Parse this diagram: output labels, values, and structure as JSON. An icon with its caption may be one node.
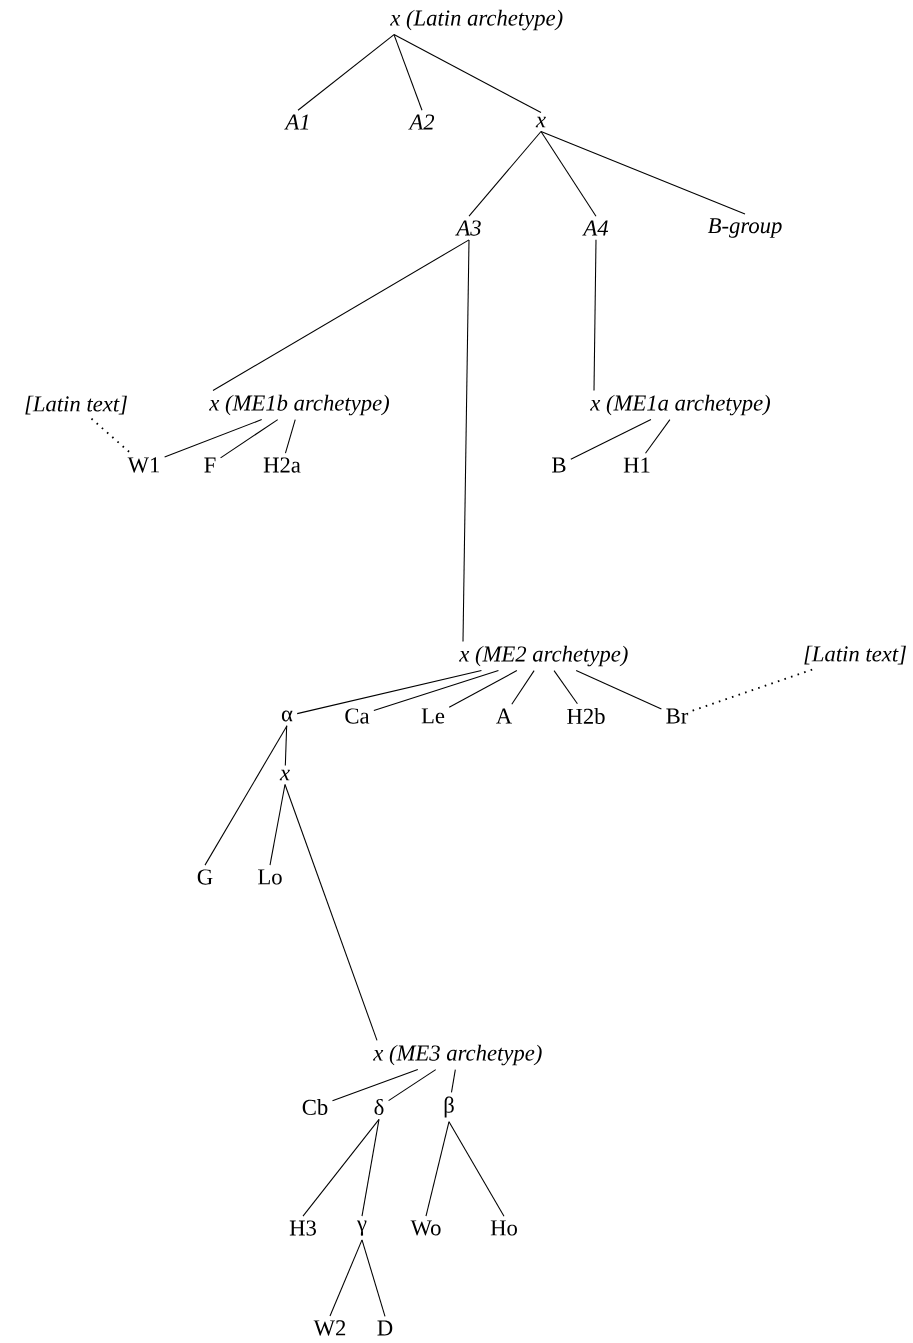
{
  "diagram": {
    "nodes": [
      {
        "text": [
          "x (Latin archetype)"
        ]
      },
      {
        "text": [
          "A1"
        ]
      },
      {
        "text": [
          "A2"
        ]
      },
      {
        "text": [
          "x"
        ]
      },
      {
        "text": [
          "A3"
        ]
      },
      {
        "text": [
          "A4"
        ]
      },
      {
        "text": [
          "B-group"
        ]
      },
      {
        "text": [
          "[Latin text]"
        ]
      },
      {
        "text": [
          "x (ME1b archetype)"
        ]
      },
      {
        "text": [
          "W1"
        ]
      },
      {
        "text": [
          "F"
        ]
      },
      {
        "text": [
          "H2a"
        ]
      },
      {
        "text": [
          "x (ME1a archetype)"
        ]
      },
      {
        "text": [
          "B"
        ]
      },
      {
        "text": [
          "H1"
        ]
      },
      {
        "text": [
          "x (ME2 archetype)"
        ]
      },
      {
        "text": [
          "α"
        ]
      },
      {
        "text": [
          "Ca"
        ]
      },
      {
        "text": [
          "Le"
        ]
      },
      {
        "text": [
          "A"
        ]
      },
      {
        "text": [
          "H2b"
        ]
      },
      {
        "text": [
          "Br"
        ]
      },
      {
        "text": [
          "[Latin text]"
        ]
      },
      {
        "text": [
          "x"
        ]
      },
      {
        "text": [
          "G"
        ]
      },
      {
        "text": [
          "Lo"
        ]
      },
      {
        "text": [
          "x (ME3 archetype)"
        ]
      },
      {
        "text": [
          "Cb"
        ]
      },
      {
        "text": [
          "δ"
        ]
      },
      {
        "text": [
          "β"
        ]
      },
      {
        "text": [
          "H3"
        ]
      },
      {
        "text": [
          "γ"
        ]
      },
      {
        "text": [
          "Wo"
        ]
      },
      {
        "text": [
          "Ho"
        ]
      },
      {
        "text": [
          "W2"
        ]
      },
      {
        "text": [
          "D"
        ]
      }
    ],
    "edges": [
      {
        "from": 0,
        "to": 1,
        "arrow": "none"
      },
      {
        "from": 0,
        "to": 2,
        "arrow": "none"
      },
      {
        "from": 0,
        "to": 3,
        "arrow": "none"
      },
      {
        "from": 3,
        "to": 4,
        "arrow": "none"
      },
      {
        "from": 3,
        "to": 5,
        "arrow": "none"
      },
      {
        "from": 3,
        "to": 6,
        "arrow": "none"
      },
      {
        "from": 4,
        "to": 8,
        "arrow": "none"
      },
      {
        "from": 4,
        "to": 15,
        "arrow": "none"
      },
      {
        "from": 5,
        "to": 12,
        "arrow": "none"
      },
      {
        "from": 7,
        "to": 9,
        "arrow": "none",
        "style": "dashed"
      },
      {
        "from": 8,
        "to": 9,
        "arrow": "none"
      },
      {
        "from": 8,
        "to": 10,
        "arrow": "none"
      },
      {
        "from": 8,
        "to": 11,
        "arrow": "none"
      },
      {
        "from": 12,
        "to": 13,
        "arrow": "none"
      },
      {
        "from": 12,
        "to": 14,
        "arrow": "none"
      },
      {
        "from": 15,
        "to": 16,
        "arrow": "none"
      },
      {
        "from": 15,
        "to": 17,
        "arrow": "none"
      },
      {
        "from": 15,
        "to": 18,
        "arrow": "none"
      },
      {
        "from": 15,
        "to": 19,
        "arrow": "none"
      },
      {
        "from": 15,
        "to": 20,
        "arrow": "none"
      },
      {
        "from": 15,
        "to": 21,
        "arrow": "none"
      },
      {
        "from": 21,
        "to": 22,
        "arrow": "none",
        "style": "dashed"
      },
      {
        "from": 16,
        "to": 24,
        "arrow": "none"
      },
      {
        "from": 16,
        "to": 23,
        "arrow": "none"
      },
      {
        "from": 23,
        "to": 25,
        "arrow": "none"
      },
      {
        "from": 23,
        "to": 26,
        "arrow": "none"
      },
      {
        "from": 26,
        "to": 27,
        "arrow": "none"
      },
      {
        "from": 26,
        "to": 28,
        "arrow": "none"
      },
      {
        "from": 26,
        "to": 29,
        "arrow": "none"
      },
      {
        "from": 28,
        "to": 30,
        "arrow": "none"
      },
      {
        "from": 28,
        "to": 31,
        "arrow": "none"
      },
      {
        "from": 29,
        "to": 32,
        "arrow": "none"
      },
      {
        "from": 29,
        "to": 33,
        "arrow": "none"
      },
      {
        "from": 31,
        "to": 34,
        "arrow": "none"
      },
      {
        "from": 31,
        "to": 35,
        "arrow": "none"
      }
    ]
  }
}
